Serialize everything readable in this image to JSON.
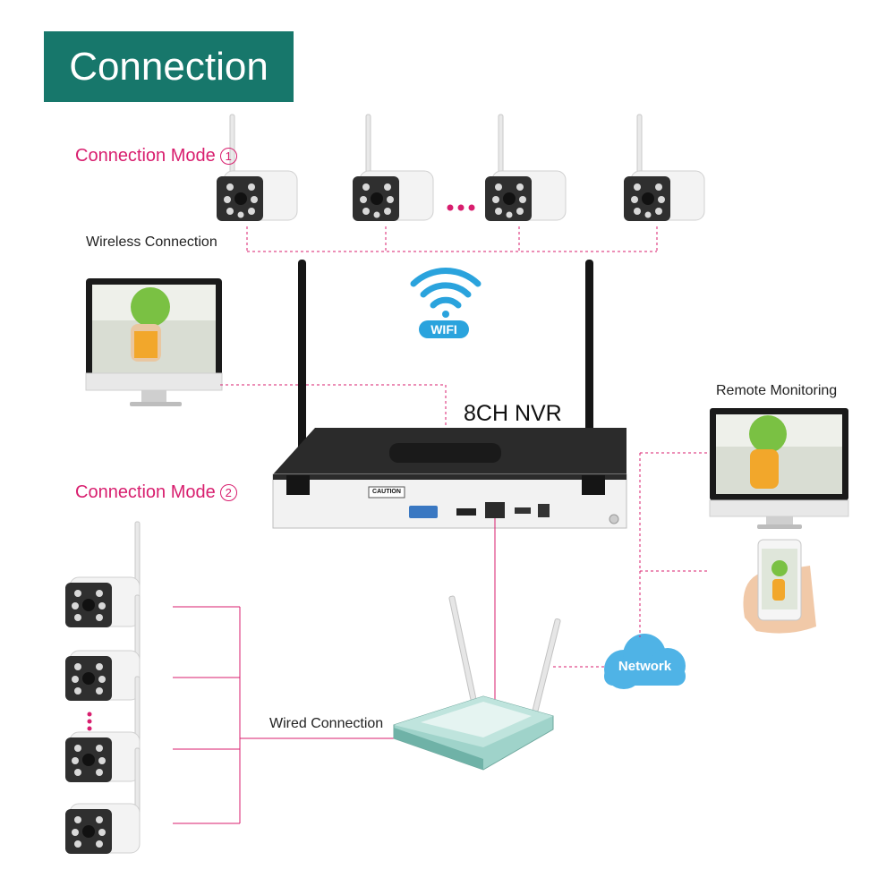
{
  "banner": {
    "title": "Connection"
  },
  "mode1": {
    "label": "Connection Mode",
    "number": "1"
  },
  "mode2": {
    "label": "Connection Mode",
    "number": "2"
  },
  "wireless": {
    "label": "Wireless Connection"
  },
  "wired": {
    "label": "Wired Connection"
  },
  "nvr": {
    "label": "8CH NVR",
    "caution": "CAUTION"
  },
  "wifi": {
    "label": "WIFI"
  },
  "remote": {
    "label": "Remote Monitoring"
  },
  "network": {
    "label": "Network"
  },
  "colors": {
    "banner": "#17776b",
    "accent": "#d81e6e",
    "wifi": "#2aa3dd",
    "router": "#8fc9c0"
  }
}
